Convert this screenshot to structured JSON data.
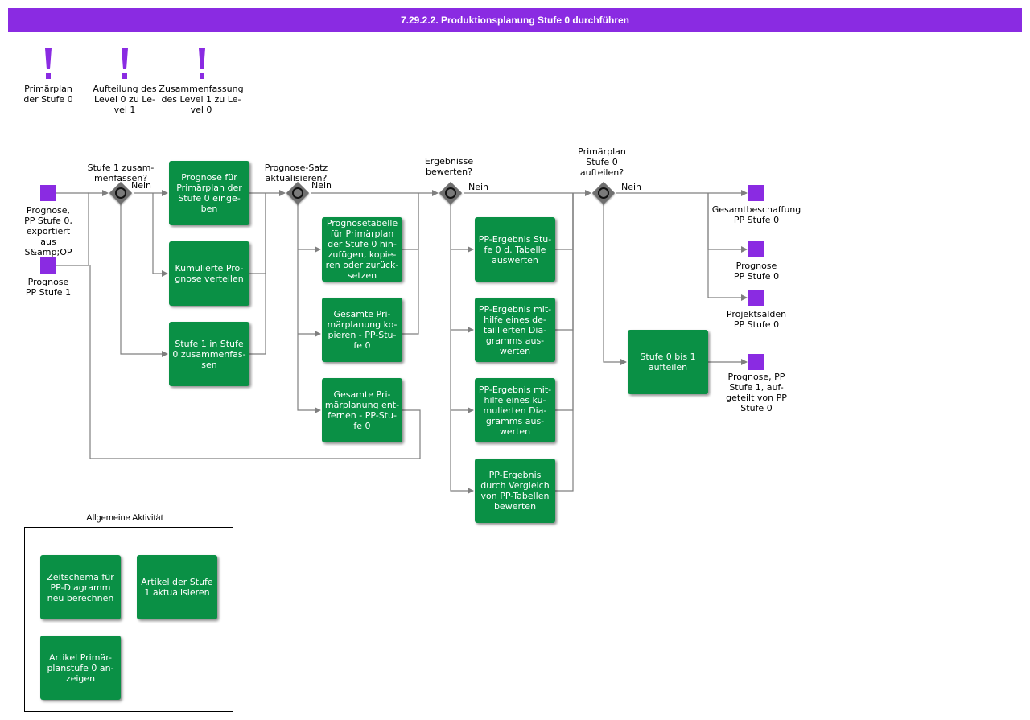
{
  "title": "7.29.2.2. Produktionsplanung Stufe 0 durchführen",
  "notes": [
    {
      "label": "Primärplan\nder Stufe 0"
    },
    {
      "label": "Aufteilung des\nLevel 0 zu Le-\nvel 1"
    },
    {
      "label": "Zusammenfassung\ndes Level 1 zu Le-\nvel 0"
    }
  ],
  "inputs": [
    {
      "label": "Prognose,\nPP Stufe 0,\nexportiert\naus\nS&amp;OP"
    },
    {
      "label": "Prognose\nPP Stufe 1"
    }
  ],
  "gateways": [
    {
      "question": "Stufe 1 zusam-\nmenfassen?",
      "no_label": "Nein"
    },
    {
      "question": "Prognose-Satz\naktualisieren?",
      "no_label": "Nein"
    },
    {
      "question": "Ergebnisse\nbewerten?",
      "no_label": "Nein"
    },
    {
      "question": "Primärplan\nStufe 0\naufteilen?",
      "no_label": "Nein"
    }
  ],
  "activities": [
    "Prognose für\nPrimärplan der\nStufe 0 einge-\nben",
    "Kumulierte Pro-\ngnose verteilen",
    "Stufe 1 in Stufe\n0 zusammenfas-\nsen",
    "Prognosetabelle\nfür Primärplan\nder Stufe 0 hin-\nzufügen, kopie-\nren oder zurück-\nsetzen",
    "Gesamte Pri-\nmärplanung ko-\npieren - PP-Stu-\nfe 0",
    "Gesamte Pri-\nmärplanung ent-\nfernen - PP-Stu-\nfe 0",
    "PP-Ergebnis Stu-\nfe 0 d. Tabelle\nauswerten",
    "PP-Ergebnis mit-\nhilfe eines de-\ntaillierten Dia-\ngramms aus-\nwerten",
    "PP-Ergebnis mit-\nhilfe eines ku-\nmulierten Dia-\ngramms aus-\nwerten",
    "PP-Ergebnis\ndurch Vergleich\nvon PP-Tabellen\nbewerten",
    "Stufe 0 bis 1\naufteilen"
  ],
  "outputs": [
    {
      "label": "Gesamtbeschaffung\nPP Stufe 0"
    },
    {
      "label": "Prognose\nPP Stufe 0"
    },
    {
      "label": "Projektsalden\nPP Stufe 0"
    },
    {
      "label": "Prognose, PP\nStufe 1, auf-\ngeteilt von PP\nStufe 0"
    }
  ],
  "legend": {
    "title": "Allgemeine Aktivität",
    "activities": [
      "Zeitschema für\nPP-Diagramm\nneu berechnen",
      "Artikel der Stufe\n1 aktualisieren",
      "Artikel Primär-\nplanstufe 0 an-\nzeigen"
    ]
  },
  "colors": {
    "accent": "#8a2be2",
    "activity": "#0a9045",
    "gateway": "#6f6f6f",
    "connector": "#7f7f7f"
  }
}
